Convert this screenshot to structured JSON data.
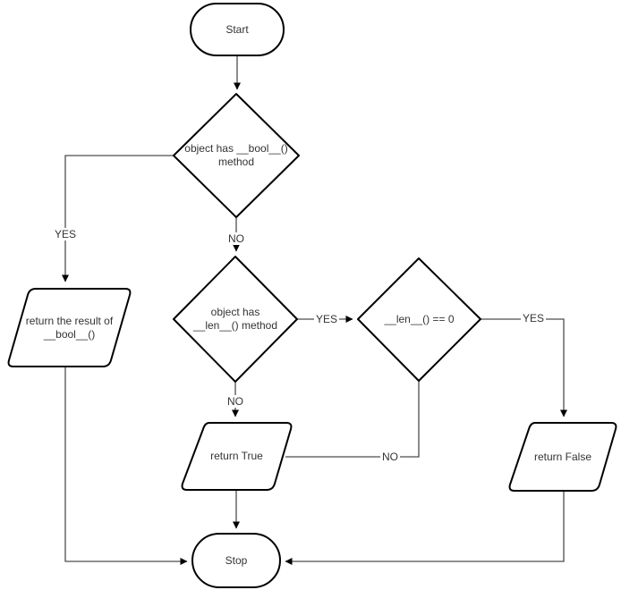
{
  "diagram": {
    "type": "flowchart",
    "background": "#ffffff",
    "colors": {
      "shape_stroke": "#000000",
      "shape_fill": "#ffffff",
      "connector": "#4d4d4d",
      "arrowhead": "#000000",
      "text": "#333333"
    },
    "nodes": {
      "start": {
        "type": "terminator",
        "label": "Start"
      },
      "decision_bool": {
        "type": "decision",
        "line1": "object has __bool__()",
        "line2": "method"
      },
      "io_return_bool_result": {
        "type": "input-output",
        "line1": "return the result of",
        "line2": "__bool__()"
      },
      "decision_len": {
        "type": "decision",
        "line1": "object has",
        "line2": "__len__() method"
      },
      "decision_len_zero": {
        "type": "decision",
        "label": "__len__() == 0"
      },
      "io_return_true": {
        "type": "input-output",
        "label": "return True"
      },
      "io_return_false": {
        "type": "input-output",
        "label": "return False"
      },
      "stop": {
        "type": "terminator",
        "label": "Stop"
      }
    },
    "edge_labels": {
      "bool_yes": "YES",
      "bool_no": "NO",
      "len_yes": "YES",
      "len_no": "NO",
      "len_zero_yes": "YES",
      "len_zero_no": "NO"
    }
  }
}
